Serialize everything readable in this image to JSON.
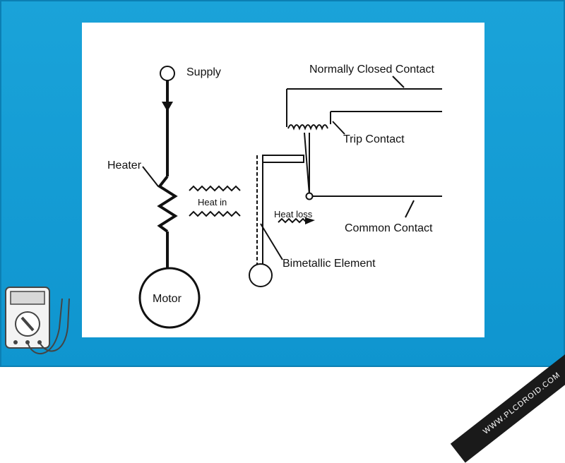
{
  "labels": {
    "supply": "Supply",
    "heater": "Heater",
    "motor": "Motor",
    "heat_in": "Heat in",
    "heat_loss": "Heat loss",
    "bimetallic": "Bimetallic Element",
    "normally_closed": "Normally Closed  Contact",
    "trip_contact": "Trip Contact",
    "common_contact": "Common Contact"
  },
  "watermark": "WWW.PLCDROID.COM",
  "colors": {
    "background": "#1aa3d9",
    "panel": "#ffffff",
    "ink": "#111111"
  },
  "icons": {
    "meter": "multimeter-icon"
  }
}
